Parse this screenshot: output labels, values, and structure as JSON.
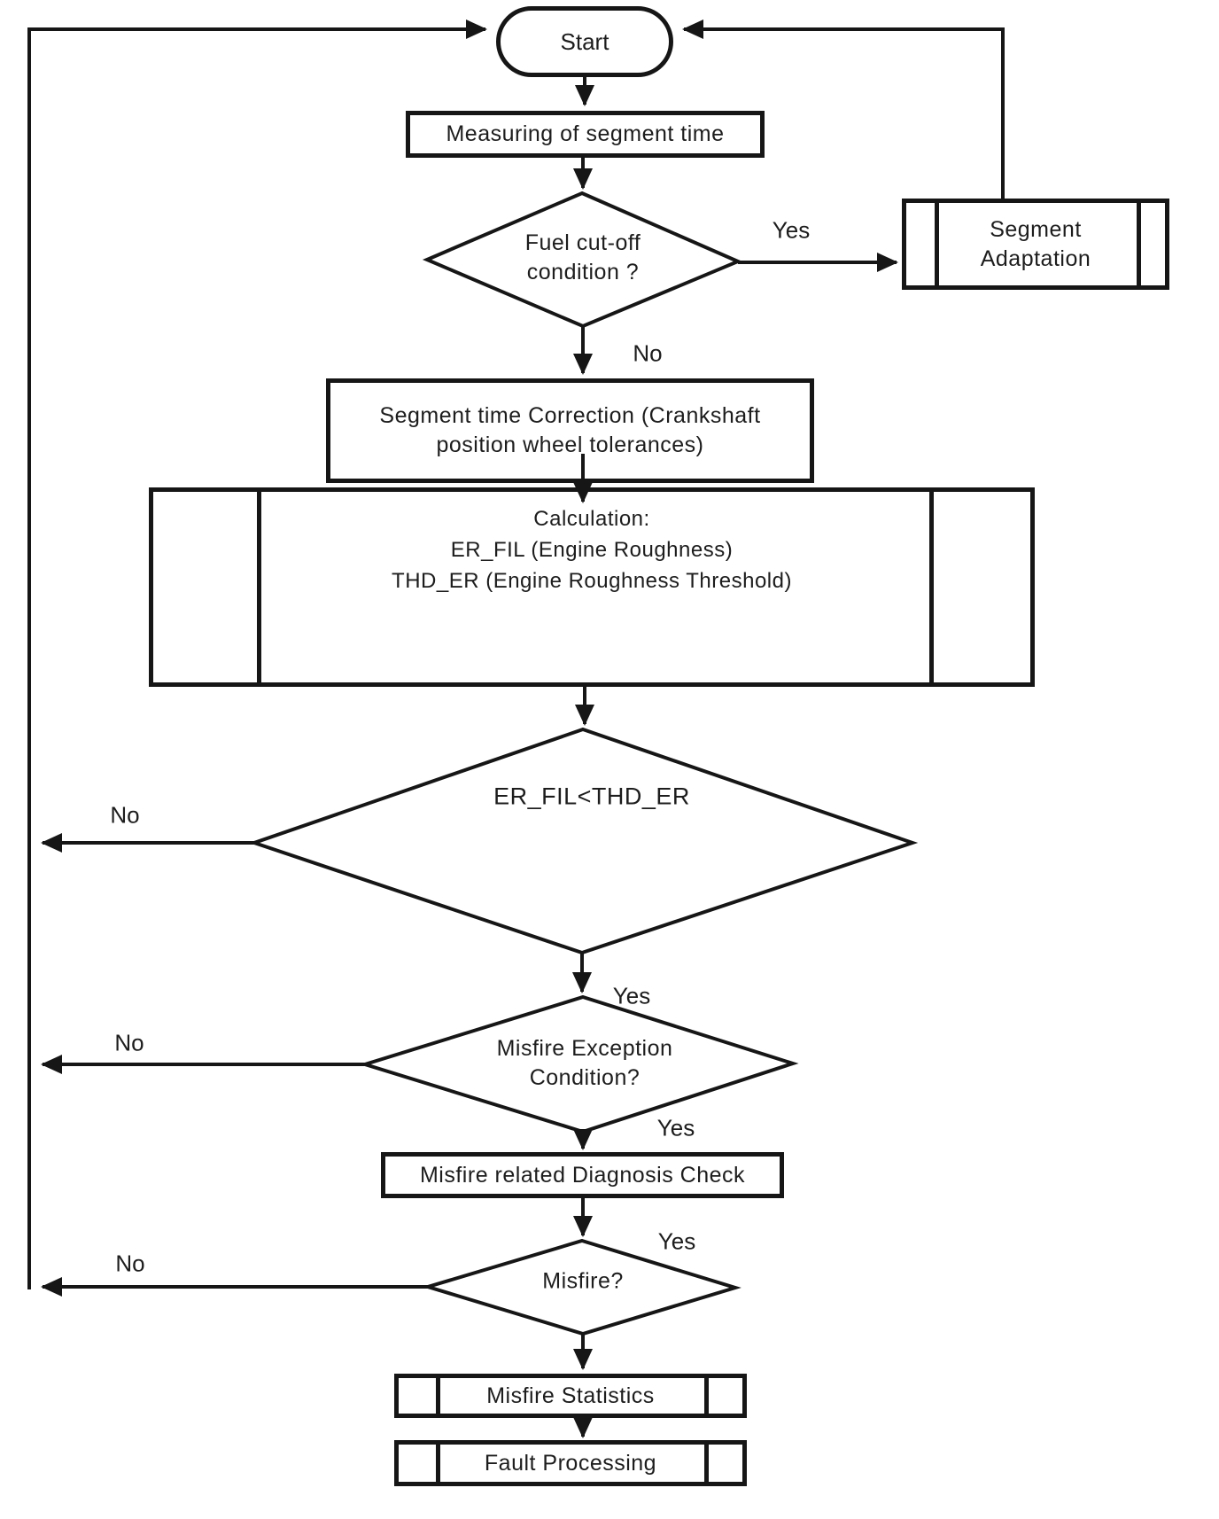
{
  "figure": {
    "background": "#ffffff",
    "line_color": "#161616"
  },
  "nodes": {
    "start": "Start",
    "measure": "Measuring of segment time",
    "fuel_cutoff": "Fuel cut-off\ncondition ?",
    "adaptation": "Segment\nAdaptation",
    "correction": "Segment time Correction (Crankshaft\nposition wheel tolerances)",
    "calculation": "Calculation:\nER_FIL (Engine Roughness)\nTHD_ER (Engine Roughness Threshold)",
    "er_check": "ER_FIL<THD_ER",
    "exception": "Misfire Exception\nCondition?",
    "diagnosis": "Misfire related Diagnosis Check",
    "misfire": "Misfire?",
    "statistics": "Misfire Statistics",
    "fault": "Fault Processing"
  },
  "edge_labels": {
    "fuel_yes": "Yes",
    "fuel_no": "No",
    "er_no": "No",
    "er_yes": "Yes",
    "exception_no": "No",
    "exception_yes": "Yes",
    "misfire_yes": "Yes",
    "misfire_no": "No"
  }
}
